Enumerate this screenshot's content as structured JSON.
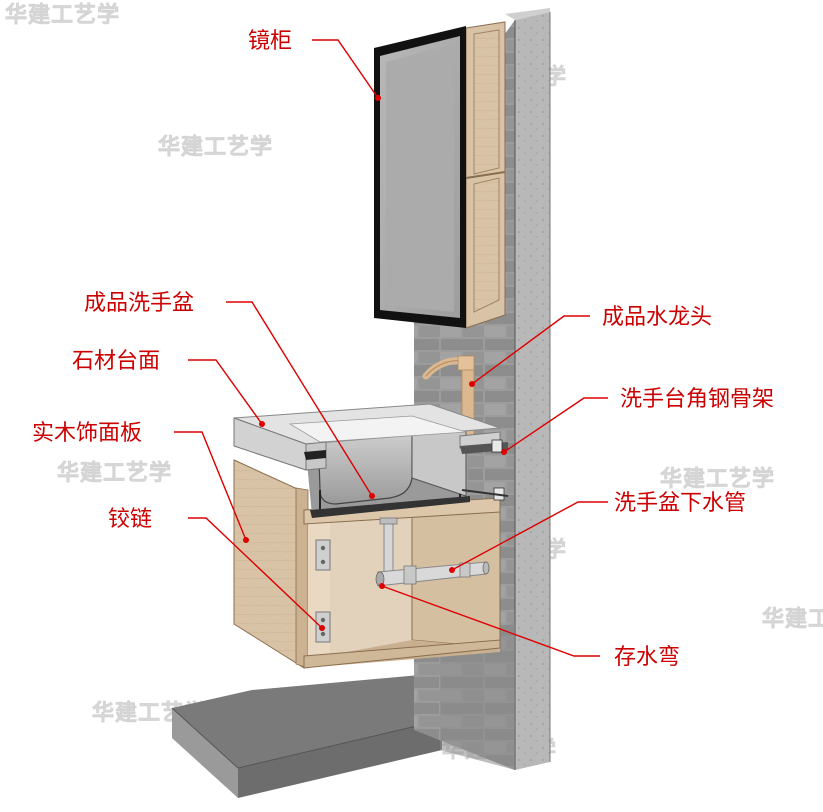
{
  "colors": {
    "label_text": "#cc0000",
    "leader_line": "#dd0000",
    "wall_stone": "#9a9a9a",
    "floor_slab": "#7d7d7d",
    "wood_panel": "#d8c2a6",
    "countertop": "#e4e4e4",
    "mirror_glass": "#a9a9a9",
    "faucet": "#ddb894"
  },
  "labels": {
    "mirror_cabinet": "镜柜",
    "basin": "成品洗手盆",
    "faucet": "成品水龙头",
    "stone_countertop": "石材台面",
    "angle_steel_frame": "洗手台角钢骨架",
    "wood_panel": "实木饰面板",
    "drain_pipe": "洗手盆下水管",
    "hinge": "铰链",
    "p_trap": "存水弯"
  },
  "watermark": "华建工艺学"
}
